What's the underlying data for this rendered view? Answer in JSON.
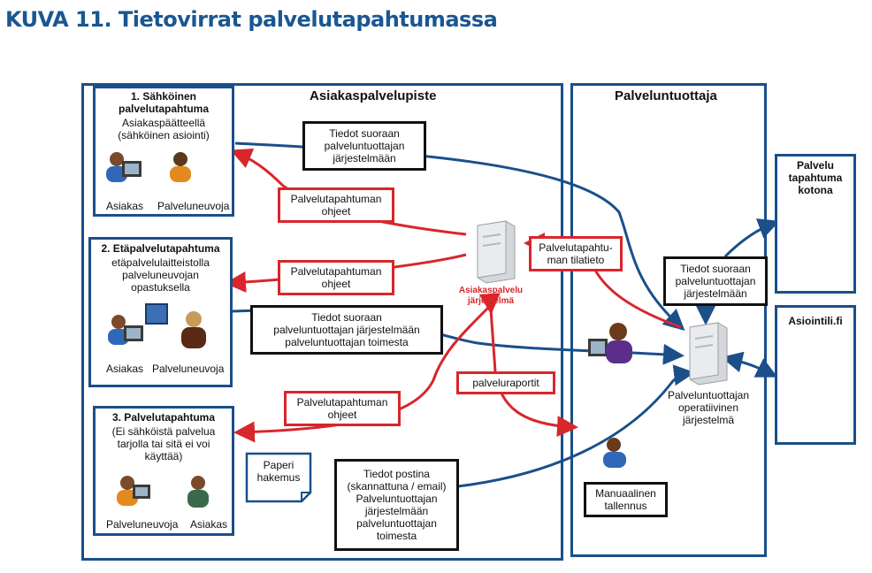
{
  "title": "KUVA 11. Tietovirrat palvelutapahtumassa",
  "zones": {
    "asiakaspalvelupiste": "Asiakaspalvelupiste",
    "palveluntuottaja": "Palveluntuottaja"
  },
  "service_events": {
    "electronic": {
      "title": "1. Sähköinen\npalvelutapahtuma",
      "subtitle": "Asiakaspäätteellä\n(sähköinen asiointi)",
      "person1": "Asiakas",
      "person2": "Palveluneuvoja"
    },
    "remote": {
      "title": "2. Etäpalvelutapahtuma",
      "subtitle": "etäpalvelulaitteistolla\npalveluneuvojan\nopastuksella",
      "person1": "Asiakas",
      "person2": "Palveluneuvoja"
    },
    "manual": {
      "title": "3. Palvelutapahtuma",
      "subtitle": "(Ei sähköistä palvelua\ntarjolla tai sitä ei voi\nkäyttää)",
      "person1": "Palveluneuvoja",
      "person2": "Asiakas"
    }
  },
  "flows": {
    "direct1": "Tiedot suoraan\npalveluntuottajan\njärjestelmään",
    "direct2": "Tiedot suoraan\npalveluntuottajan järjestelmään\npalveluntuottajan  toimesta",
    "postal": "Tiedot postina\n(skannattuna / email)\nPalveluntuottajan\njärjestelmään\npalveluntuottajan\ntoimesta",
    "direct3": "Tiedot suoraan\npalveluntuottajan\njärjestelmään",
    "instructions1": "Palvelutapahtuman\nohjeet",
    "instructions2": "Palvelutapahtuman\nohjeet",
    "instructions3": "Palvelutapahtuman\nohjeet",
    "status": "Palvelutapahtu-\nman tilatieto",
    "report": "palveluraportit",
    "paper": "Paperi\nhakemus",
    "manual_save": "Manuaalinen\ntallennus"
  },
  "systems": {
    "customer_service": "Asiakaspalvelu\njärjestelmä",
    "provider": "Palveluntuottajan\noperatiivinen\njärjestelmä"
  },
  "right": {
    "home": "Palvelu\ntapahtuma\nkotona",
    "asiointi": "Asiointili.fi"
  },
  "colors": {
    "blue": "#1a4f8a",
    "red": "#d8262b",
    "title_blue": "#1a5792"
  }
}
